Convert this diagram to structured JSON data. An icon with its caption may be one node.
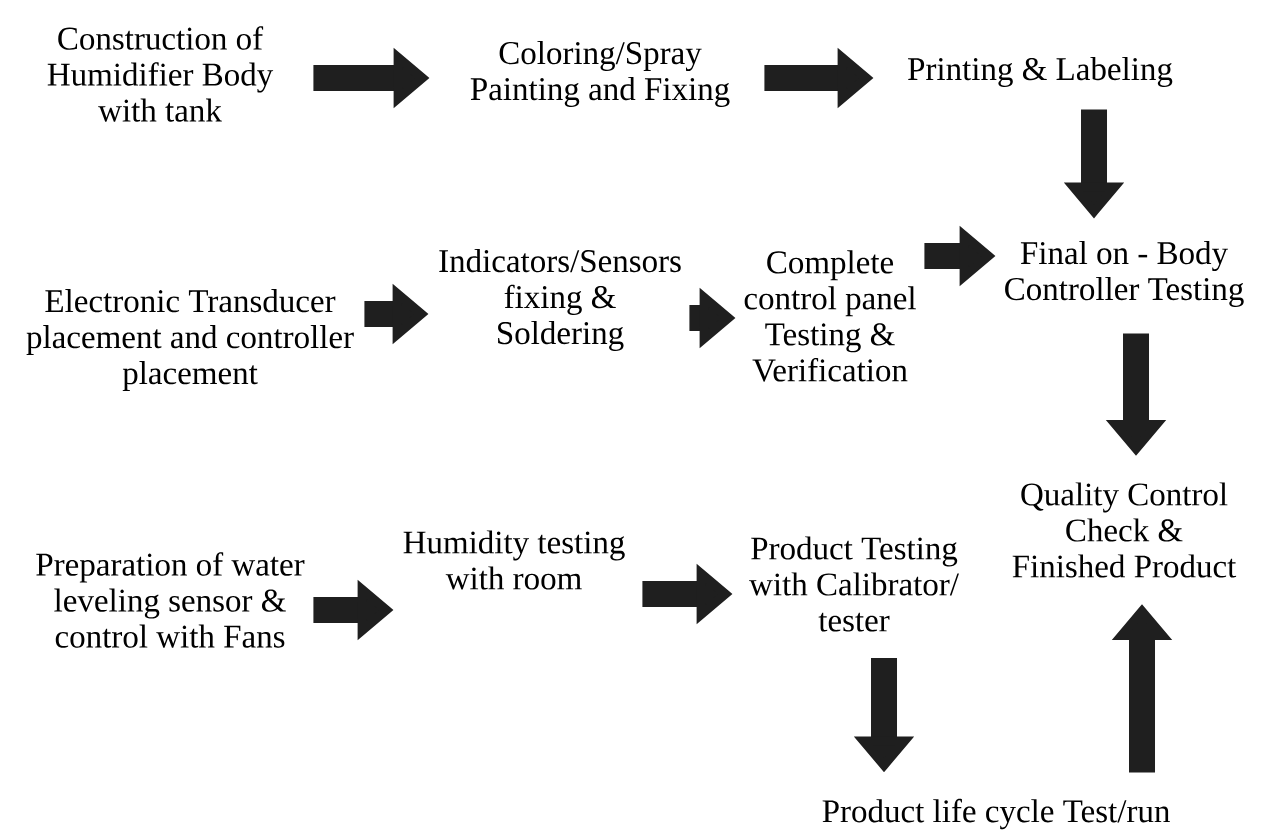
{
  "diagram": {
    "nodes": [
      {
        "text": [
          "Construction of Humidifier Body with tank"
        ]
      },
      {
        "text": [
          "Coloring/Spray Painting and Fixing"
        ]
      },
      {
        "text": [
          "Printing & Labeling"
        ]
      },
      {
        "text": [
          "Electronic Transducer placement and controller placement"
        ]
      },
      {
        "text": [
          "Indicators/Sensors fixing & Soldering"
        ]
      },
      {
        "text": [
          "Complete control panel Testing & Verification"
        ]
      },
      {
        "text": [
          "Final on - Body Controller Testing"
        ]
      },
      {
        "text": [
          "Preparation of water leveling sensor & control with Fans"
        ]
      },
      {
        "text": [
          "Humidity testing with room"
        ]
      },
      {
        "text": [
          "Product Testing with Calibrator/ tester"
        ]
      },
      {
        "text": [
          "Quality Control Check & Finished Product"
        ]
      },
      {
        "text": [
          "Product life cycle Test/run"
        ]
      }
    ],
    "edges": [
      {
        "from": 0,
        "to": 1,
        "arrow": "to"
      },
      {
        "from": 1,
        "to": 2,
        "arrow": "to"
      },
      {
        "from": 2,
        "to": 6,
        "arrow": "to"
      },
      {
        "from": 3,
        "to": 4,
        "arrow": "to"
      },
      {
        "from": 4,
        "to": 5,
        "arrow": "to"
      },
      {
        "from": 5,
        "to": 6,
        "arrow": "to"
      },
      {
        "from": 6,
        "to": 10,
        "arrow": "to"
      },
      {
        "from": 7,
        "to": 8,
        "arrow": "to"
      },
      {
        "from": 8,
        "to": 9,
        "arrow": "to"
      },
      {
        "from": 9,
        "to": 11,
        "arrow": "to"
      },
      {
        "from": 11,
        "to": 10,
        "arrow": "to"
      }
    ]
  }
}
